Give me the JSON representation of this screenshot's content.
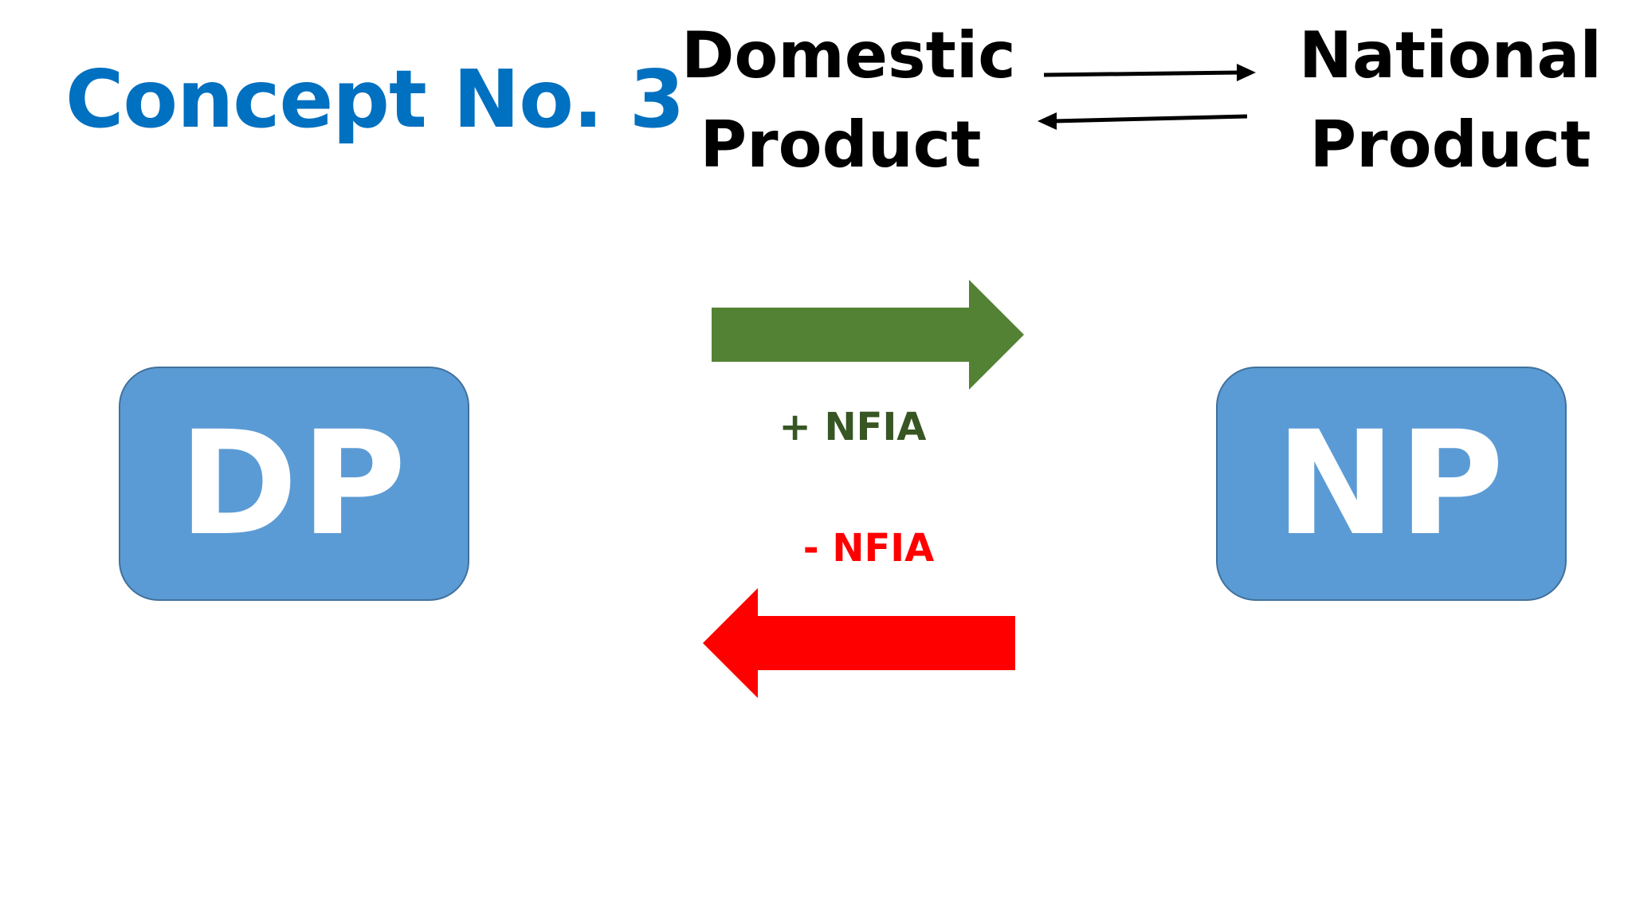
{
  "title": "Concept No. 3",
  "terms": {
    "domestic": [
      "Domestic",
      "Product"
    ],
    "national": [
      "National",
      "Product"
    ]
  },
  "boxes": {
    "dp": "DP",
    "np": "NP"
  },
  "labels": {
    "plus_nfia": "+ NFIA",
    "minus_nfia": "- NFIA"
  },
  "colors": {
    "title": "#0070c0",
    "box_fill": "#5b9bd5",
    "box_border": "#41719c",
    "green_arrow": "#548235",
    "plus_label": "#375623",
    "red_arrow": "#ff0000",
    "minus_label": "#ff0000"
  }
}
